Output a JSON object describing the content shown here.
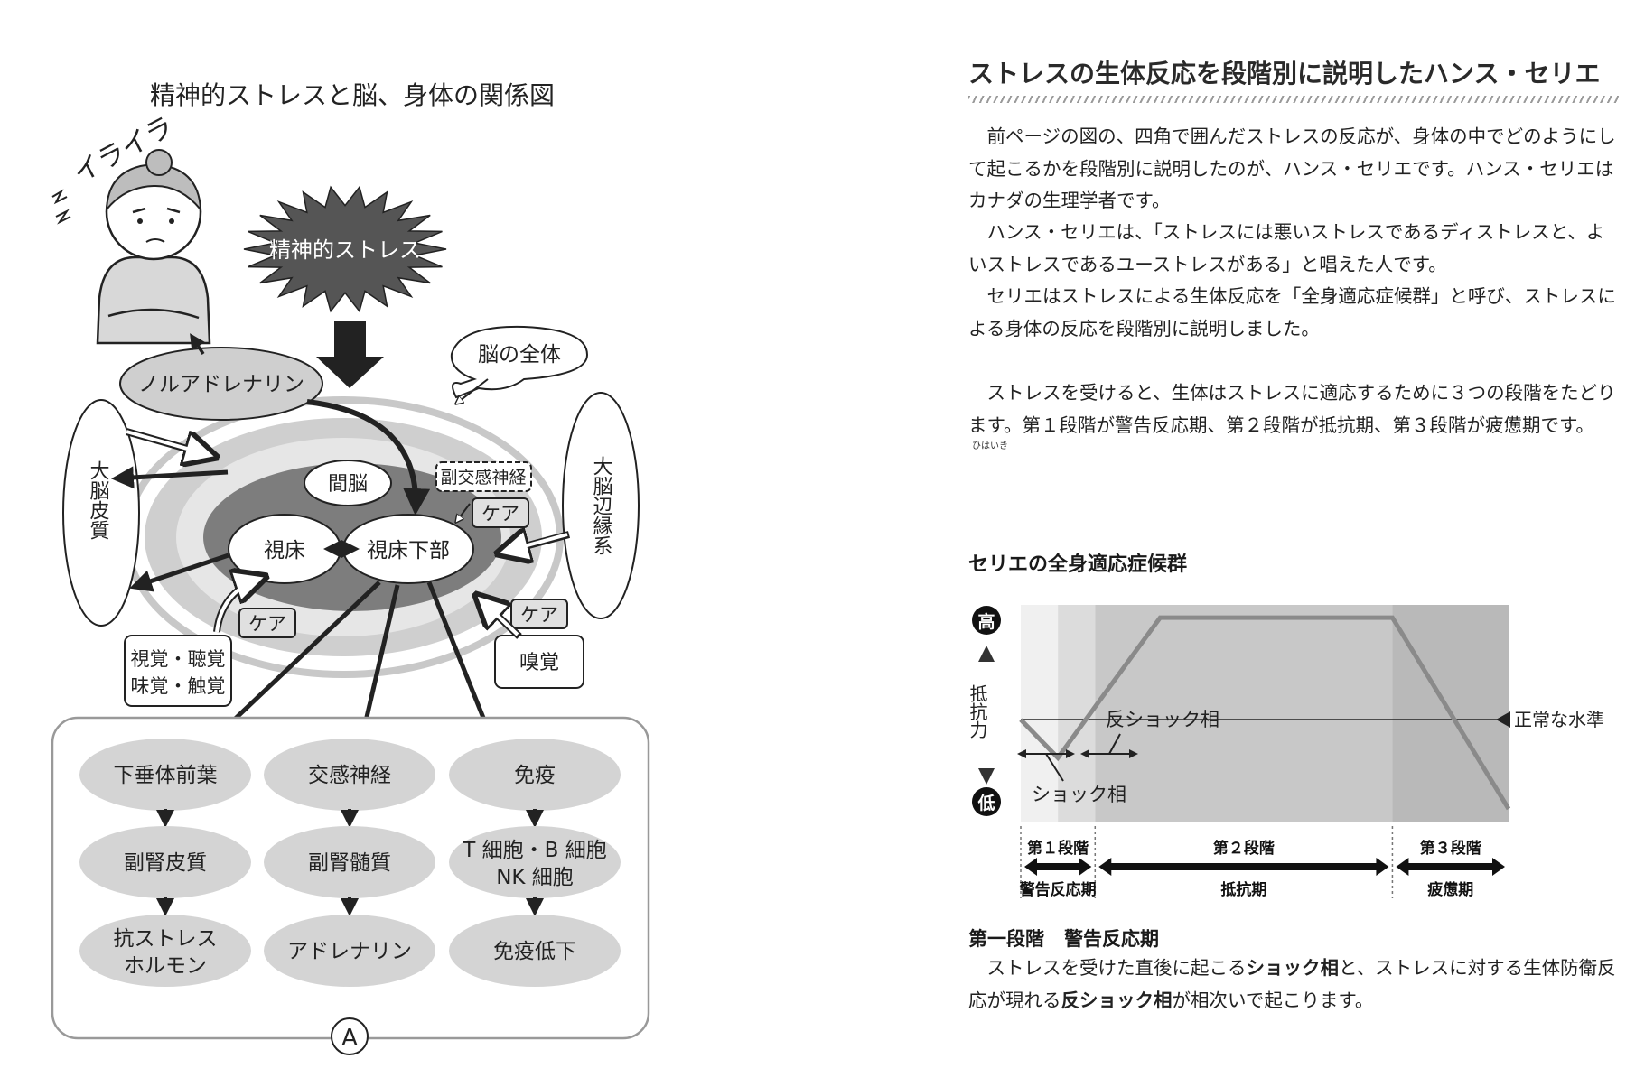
{
  "left_page": {
    "title": "精神的ストレスと脳、身体の関係図",
    "irritated": "イライラ",
    "stress_burst": "精神的ストレス",
    "labels": {
      "noradrenaline": "ノルアドレナリン",
      "whole_brain": "脳の全体",
      "diencephalon": "間脳",
      "parasympathetic": "副交感神経",
      "thalamus": "視床",
      "hypothalamus": "視床下部",
      "cortex": "大脳皮質",
      "limbic": "大脳辺縁系",
      "care": "ケア",
      "senses_line1": "視覚・聴覚",
      "senses_line2": "味覚・触覚",
      "smell": "嗅覚"
    },
    "columns": [
      {
        "items": [
          "下垂体前葉",
          "副腎皮質",
          "抗ストレス|ホルモン"
        ]
      },
      {
        "items": [
          "交感神経",
          "副腎髄質",
          "アドレナリン"
        ]
      },
      {
        "items": [
          "免疫",
          "T 細胞・B 細胞|NK 細胞",
          "免疫低下"
        ]
      }
    ],
    "box_marker": "A"
  },
  "right_page": {
    "title": "ストレスの生体反応を段階別に説明したハンス・セリエ",
    "para1": "前ページの図の、四角で囲んだストレスの反応が、身体の中でどのようにして起こるかを段階別に説明したのが、ハンス・セリエです。ハンス・セリエはカナダの生理学者です。",
    "para2": "ハンス・セリエは、「ストレスには悪いストレスであるディストレスと、よいストレスであるユーストレスがある」と唱えた人です。",
    "para3": "セリエはストレスによる生体反応を「全身適応症候群」と呼び、ストレスによる身体の反応を段階別に説明しました。",
    "para4": "ストレスを受けると、生体はストレスに適応するために３つの段階をたどります。第１段階が警告反応期、第２段階が抵抗期、第３段階が疲憊期です。",
    "ruby": "ひはいき",
    "chart_title": "セリエの全身適応症候群",
    "section_head": "第一段階",
    "section_head_sub": "警告反応期",
    "para5_a": "ストレスを受けた直後に起こる",
    "para5_b": "ショック相",
    "para5_c": "と、ストレスに対する生体防衛反応が現れる",
    "para5_d": "反ショック相",
    "para5_e": "が相次いで起こります。"
  },
  "chart_data": {
    "type": "line",
    "title": "セリエの全身適応症候群",
    "ylabel": "抵抗力",
    "y_high": "高",
    "y_low": "低",
    "baseline_label": "正常な水準",
    "phase_annotations": [
      "ショック相",
      "反ショック相"
    ],
    "stages": [
      {
        "name": "第１段階",
        "label": "警告反応期"
      },
      {
        "name": "第２段階",
        "label": "抵抗期"
      },
      {
        "name": "第３段階",
        "label": "疲憊期"
      }
    ],
    "series": [
      {
        "values": [
          0,
          -0.6,
          1.6,
          1.6,
          -1.4
        ],
        "x": [
          0,
          0.8,
          3.0,
          8.0,
          10.5
        ]
      }
    ],
    "baseline": 0,
    "colors": {
      "stage1": "#f0f0f0",
      "stage1b": "#dcdcdc",
      "stage2": "#c8c8c8",
      "stage3": "#b9b9b9",
      "line": "#8a8a8a"
    }
  }
}
